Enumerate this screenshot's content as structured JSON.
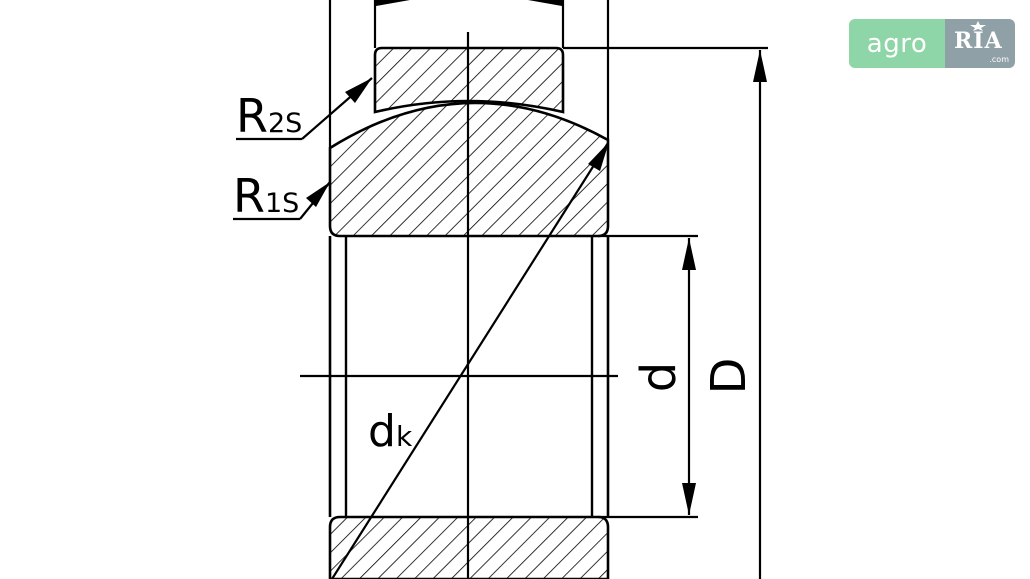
{
  "diagram": {
    "labels": {
      "r2s_main": "R",
      "r2s_sub": "2S",
      "r1s_main": "R",
      "r1s_sub": "1S",
      "dk_main": "d",
      "dk_sub": "k",
      "d": "d",
      "D": "D"
    }
  },
  "logo": {
    "agro_text": "agro",
    "ria_text": "RIA",
    "ria_domain": ".com"
  },
  "colors": {
    "ink": "#000000",
    "background": "#ffffff",
    "agro_green": "#8ed6a8",
    "ria_gray": "#8fa0a6"
  }
}
